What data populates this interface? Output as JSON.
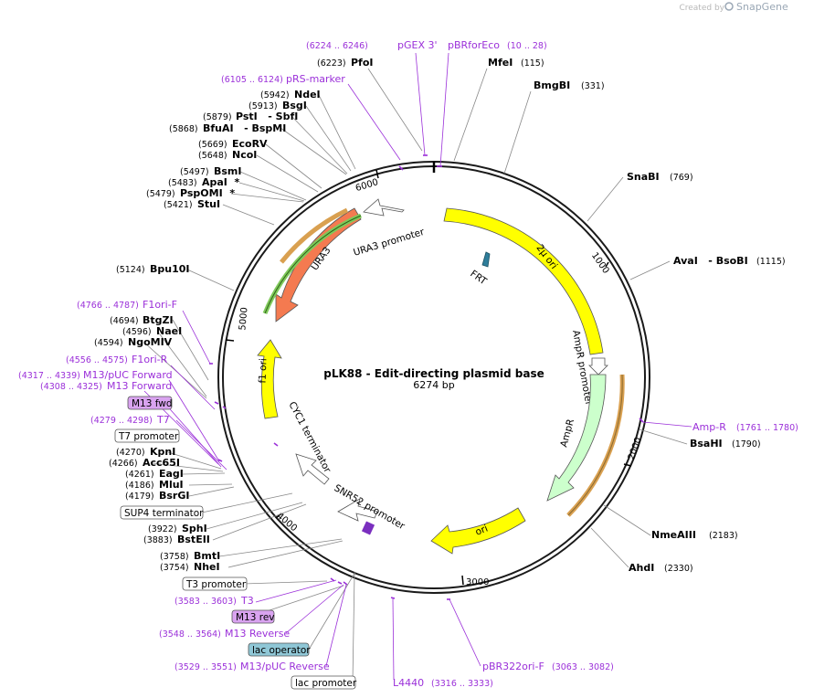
{
  "watermark": {
    "prefix": "Created by",
    "brand": "SnapGene"
  },
  "plasmid": {
    "name": "pLK88 - Edit-directing plasmid base",
    "length_text": "6274 bp",
    "length": 6274
  },
  "ticks": [
    "1000",
    "2000",
    "3000",
    "4000",
    "5000",
    "6000"
  ],
  "sites": [
    {
      "name": "PfoI",
      "pos": "(6223)"
    },
    {
      "name": "MfeI",
      "pos": "(115)"
    },
    {
      "name": "BmgBI",
      "pos": "(331)"
    },
    {
      "name": "SnaBI",
      "pos": "(769)"
    },
    {
      "name": "AvaI   - BsoBI",
      "pos": "(1115)"
    },
    {
      "name": "BsaHI",
      "pos": "(1790)"
    },
    {
      "name": "NmeAIII",
      "pos": "(2183)"
    },
    {
      "name": "AhdI",
      "pos": "(2330)"
    },
    {
      "name": "NdeI",
      "pos": "(5942)"
    },
    {
      "name": "BsgI",
      "pos": "(5913)"
    },
    {
      "name": "PstI   - SbfI",
      "pos": "(5879)"
    },
    {
      "name": "BfuAI   - BspMI",
      "pos": "(5868)"
    },
    {
      "name": "EcoRV",
      "pos": "(5669)"
    },
    {
      "name": "NcoI",
      "pos": "(5648)"
    },
    {
      "name": "BsmI",
      "pos": "(5497)"
    },
    {
      "name": "ApaI  *",
      "pos": "(5483)"
    },
    {
      "name": "PspOMI  *",
      "pos": "(5479)"
    },
    {
      "name": "StuI",
      "pos": "(5421)"
    },
    {
      "name": "Bpu10I",
      "pos": "(5124)"
    },
    {
      "name": "BtgZI",
      "pos": "(4694)"
    },
    {
      "name": "NaeI",
      "pos": "(4596)"
    },
    {
      "name": "NgoMIV",
      "pos": "(4594)"
    },
    {
      "name": "KpnI",
      "pos": "(4270)"
    },
    {
      "name": "Acc65I",
      "pos": "(4266)"
    },
    {
      "name": "EagI",
      "pos": "(4261)"
    },
    {
      "name": "MluI",
      "pos": "(4186)"
    },
    {
      "name": "BsrGI",
      "pos": "(4179)"
    },
    {
      "name": "SphI",
      "pos": "(3922)"
    },
    {
      "name": "BstEII",
      "pos": "(3883)"
    },
    {
      "name": "BmtI",
      "pos": "(3758)"
    },
    {
      "name": "NheI",
      "pos": "(3754)"
    }
  ],
  "primers": [
    {
      "name": "pGEX 3'",
      "range": "(6224 .. 6246)"
    },
    {
      "name": "pBRforEco",
      "range": "(10 .. 28)"
    },
    {
      "name": "pRS-marker",
      "range": "(6105 .. 6124)"
    },
    {
      "name": "F1ori-F",
      "range": "(4766 .. 4787)"
    },
    {
      "name": "F1ori-R",
      "range": "(4556 .. 4575)"
    },
    {
      "name": "M13/pUC Forward",
      "range": "(4317 .. 4339)"
    },
    {
      "name": "M13 Forward",
      "range": "(4308 .. 4325)"
    },
    {
      "name": "T7",
      "range": "(4279 .. 4298)"
    },
    {
      "name": "Amp-R",
      "range": "(1761 .. 1780)"
    },
    {
      "name": "T3",
      "range": "(3583 .. 3603)"
    },
    {
      "name": "M13 Reverse",
      "range": "(3548 .. 3564)"
    },
    {
      "name": "M13/pUC Reverse",
      "range": "(3529 .. 3551)"
    },
    {
      "name": "L4440",
      "range": "(3316 .. 3333)"
    },
    {
      "name": "pBR322ori-F",
      "range": "(3063 .. 3082)"
    }
  ],
  "boxed_labels": [
    {
      "name": "M13 fwd",
      "style": "purple"
    },
    {
      "name": "T7 promoter",
      "style": "white"
    },
    {
      "name": "SUP4 terminator",
      "style": "white"
    },
    {
      "name": "T3 promoter",
      "style": "white"
    },
    {
      "name": "M13 rev",
      "style": "purple"
    },
    {
      "name": "lac operator",
      "style": "teal"
    },
    {
      "name": "lac promoter",
      "style": "white"
    }
  ],
  "features": [
    {
      "name": "2µ ori",
      "color": "#ffff00"
    },
    {
      "name": "AmpR promoter",
      "color": "#ffffff"
    },
    {
      "name": "AmpR",
      "color": "#ccffcc"
    },
    {
      "name": "ori",
      "color": "#ffff00"
    },
    {
      "name": "SNR52 promoter",
      "color": "#ffffff"
    },
    {
      "name": "CYC1 terminator",
      "color": "#ffffff"
    },
    {
      "name": "f1 ori",
      "color": "#ffff00"
    },
    {
      "name": "URA3",
      "color": "#f47a50"
    },
    {
      "name": "URA3 promoter",
      "color": "#ffffff"
    },
    {
      "name": "FRT",
      "color": "#2e7d9a"
    }
  ],
  "colors": {
    "primer": "#9b30d9",
    "backbone": "#1a1a1a",
    "orf_bar": "#d9a050",
    "green_bar": "#7fc95a"
  }
}
